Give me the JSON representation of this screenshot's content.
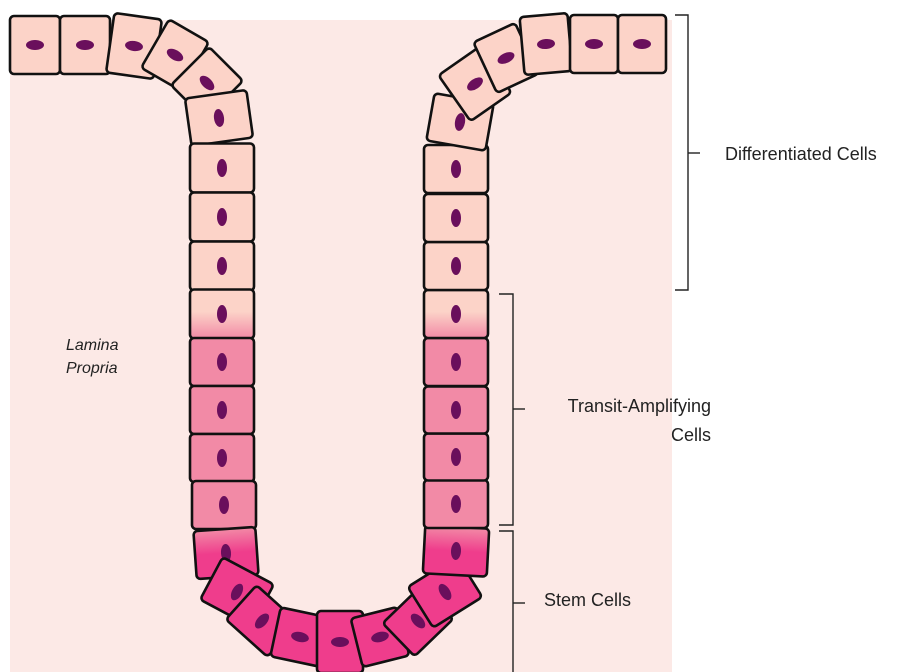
{
  "labels": {
    "differentiated": "Differentiated Cells",
    "transit_amplifying_line1": "Transit-Amplifying",
    "transit_amplifying_line2": "Cells",
    "stem": "Stem Cells",
    "lamina_line1": "Lamina",
    "lamina_line2": "Propria"
  },
  "colors": {
    "lamina_propria": "#fce9e6",
    "differentiated_cell": "#fcd3c8",
    "transit_cell": "#f28aa6",
    "stem_cell": "#ef3d8c",
    "nucleus": "#6a0f5c",
    "outline": "#111111"
  }
}
